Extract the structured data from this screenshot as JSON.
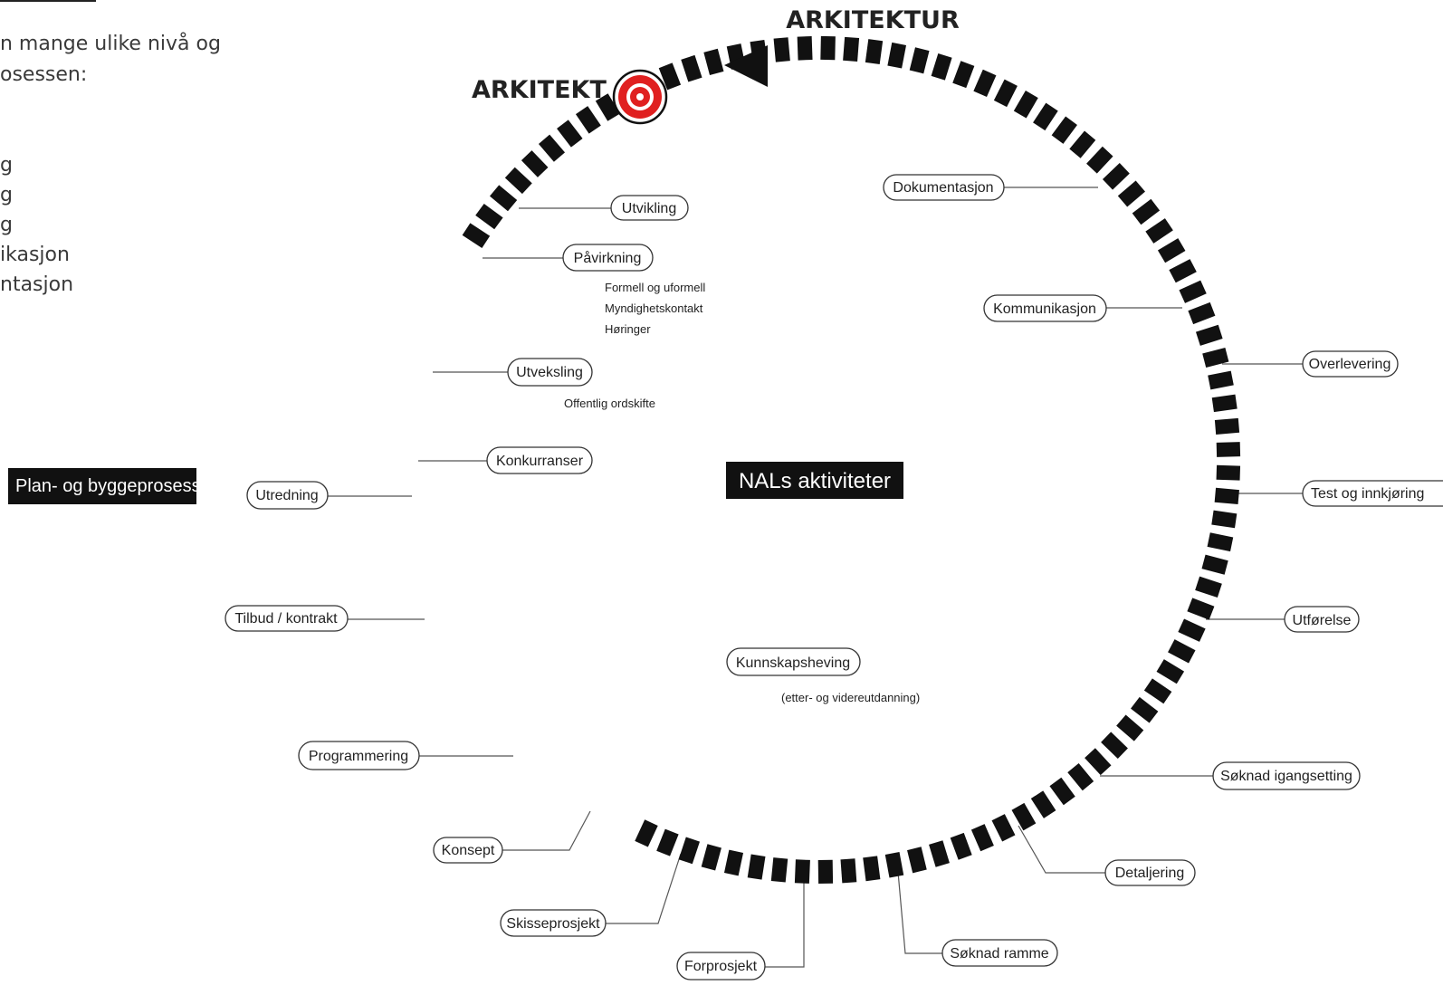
{
  "header": {
    "architecture": "ARKITEKTUR",
    "architect": "ARKITEKT"
  },
  "left_text": {
    "line1": "n mange ulike nivå og",
    "line2": "osessen:",
    "fragments": [
      "g",
      "g",
      "g",
      "ikasjon",
      "ntasjon"
    ]
  },
  "process_box": "Plan- og byggeprosess",
  "center_label": "NALs aktiviteter",
  "activities": [
    {
      "label": "Utvikling"
    },
    {
      "label": "Påvirkning",
      "notes": [
        "Formell og uformell",
        "Myndighetskontakt",
        "Høringer"
      ]
    },
    {
      "label": "Utveksling",
      "notes": [
        "Offentlig ordskifte"
      ]
    },
    {
      "label": "Konkurranser"
    },
    {
      "label": "Kunnskapsheving",
      "notes": [
        "(etter- og videreutdanning)"
      ]
    }
  ],
  "phases": [
    "Utredning",
    "Tilbud / kontrakt",
    "Programmering",
    "Konsept",
    "Skisseprosjekt",
    "Forprosjekt",
    "Søknad ramme",
    "Detaljering",
    "Søknad igangsetting",
    "Utførelse",
    "Test og innkjøring",
    "Overlevering",
    "Kommunikasjon",
    "Dokumentasjon"
  ],
  "colors": {
    "ring": "#111111",
    "target_red": "#e02020",
    "box_bg": "#111111",
    "pill_border": "#333333"
  }
}
